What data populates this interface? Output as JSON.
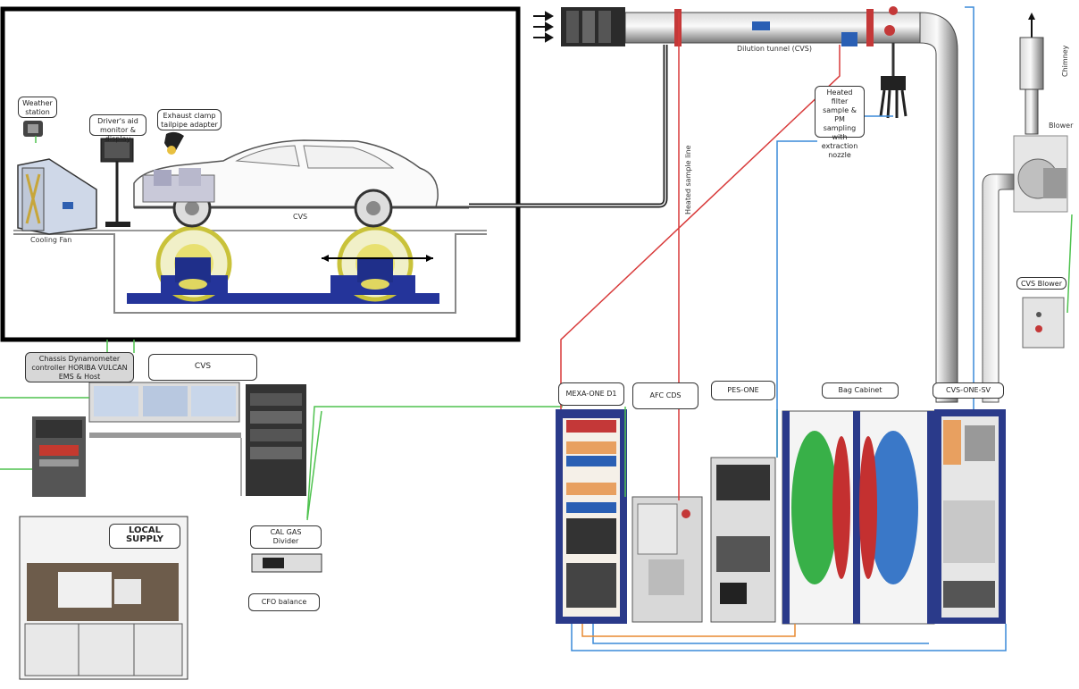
{
  "labels": {
    "weather_station": "Weather\nstation",
    "driver_aid": "Driver's aid\nmonitor & display",
    "cooling_fan": "Cooling Fan",
    "exhaust_clamp": "Exhaust clamp\ntailpipe adapter",
    "car_plate": "CVS",
    "dilution_tunnel": "Dilution tunnel (CVS)",
    "heated_filter": "Heated filter\nsample & PM\nsampling with\nextraction\nnozzle",
    "heated_line": "Heated sample line",
    "chimney": "Chimney",
    "blower": "Blower",
    "cvs_blower": "CVS Blower",
    "chassis_dyno": "Chassis Dynamometer\ncontroller HORIBA VULCAN\nEMS & Host",
    "cvs_ctrl": "CVS",
    "local_supply": "LOCAL\nSUPPLY",
    "cal_gas": "CAL GAS\nDivider",
    "cfo": "CFO balance",
    "mexa": "MEXA-ONE D1",
    "afc": "AFC CDS",
    "pes": "PES-ONE",
    "bag_cabinet": "Bag Cabinet",
    "cvs_one": "CVS-ONE-SV"
  },
  "colors": {
    "green_line": "#4fc24f",
    "red_line": "#d83a3a",
    "blue_line": "#3a8ad8",
    "navy": "#1f2f8a",
    "yellow": "#e8e070"
  }
}
